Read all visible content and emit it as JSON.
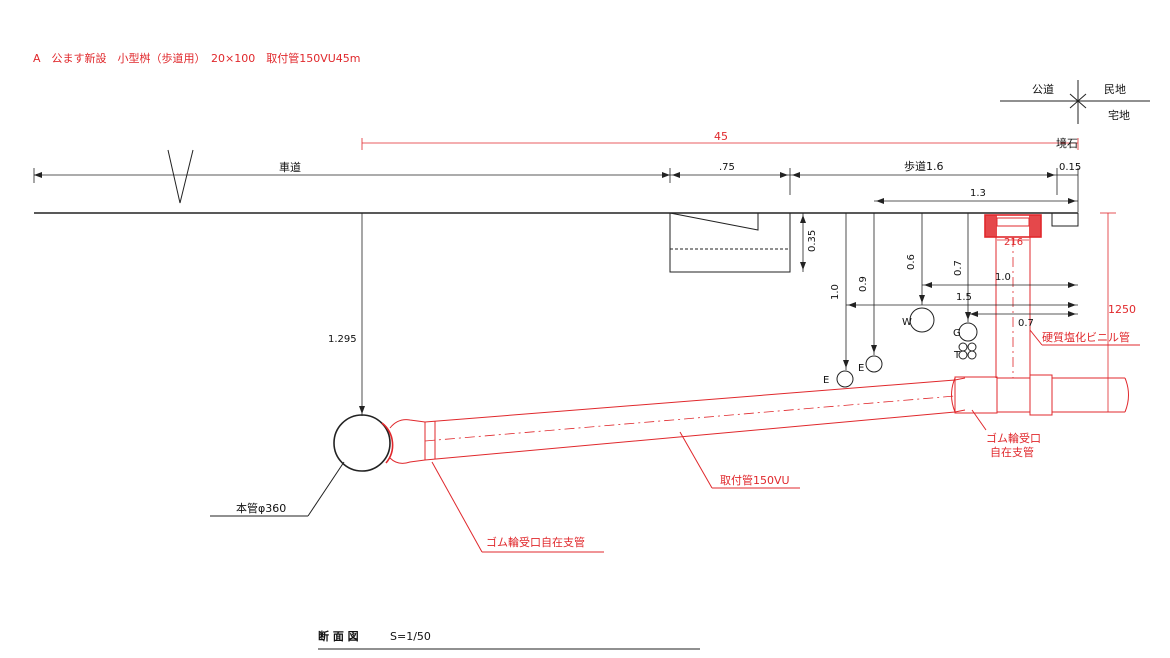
{
  "title_note": "A　公ます新設　小型桝（歩道用）　20×100　取付管150VU45m",
  "boundary": {
    "public_road": "公道",
    "private_land": "民地",
    "residential": "宅地",
    "curb_stone": "境石"
  },
  "dimensions": {
    "total_45": "45",
    "roadway": "車道",
    "gutter_075": ".75",
    "sidewalk": "歩道1.6",
    "curb_015": "0.15",
    "d_13": "1.3",
    "d_035": "0.35",
    "d_10_vert": "1.0",
    "d_09_vert": "0.9",
    "d_06_vert": "0.6",
    "d_07_vert": "0.7",
    "d_10_horiz": "1.0",
    "d_15_horiz": "1.5",
    "d_07_horiz": "0.7",
    "d_216": "216",
    "d_1250": "1250",
    "depth_1295": "1.295"
  },
  "utilities": {
    "water": "W",
    "gas": "G",
    "telecom": "T",
    "electric_1": "E",
    "electric_2": "E"
  },
  "labels": {
    "main_pipe": "本管φ360",
    "rubber_joint_main": "ゴム輪受口自在支管",
    "connection_pipe": "取付管150VU",
    "rubber_joint_box_l1": "ゴム輪受口",
    "rubber_joint_box_l2": "自在支管",
    "pvc_pipe": "硬質塩化ビニル管"
  },
  "footer": {
    "section": "断 面 図",
    "scale": "S=1/50"
  }
}
